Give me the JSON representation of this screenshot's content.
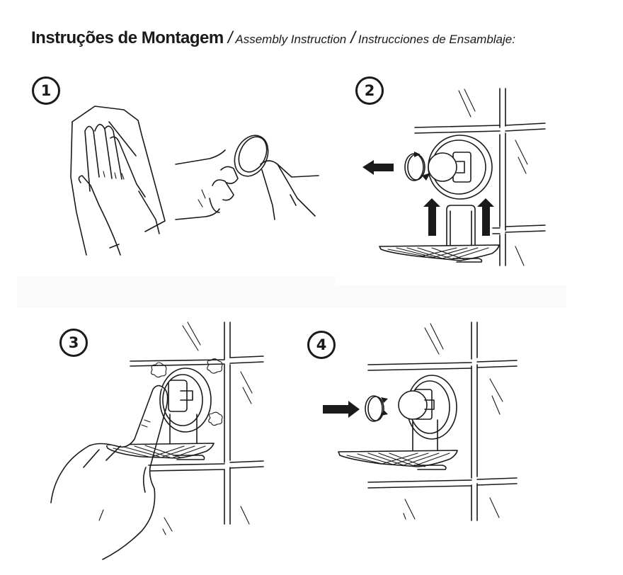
{
  "header": {
    "title_pt": "Instruções de Montagem",
    "separator": "/",
    "title_en": "Assembly Instruction",
    "title_es": "Instrucciones de Ensamblaje:"
  },
  "steps": [
    {
      "number": "1",
      "illustration": "clean-wall-and-suction-cup",
      "icons": [
        "hand-wiping-cloth-icon",
        "hands-cleaning-suction-disc-icon"
      ]
    },
    {
      "number": "2",
      "illustration": "remove-cap-attach-tray",
      "icons": [
        "arrow-left-icon",
        "rotate-cap-icon",
        "arrow-up-icon",
        "arrow-up-icon",
        "soap-tray-icon",
        "suction-mount-icon",
        "wall-tiles-icon"
      ]
    },
    {
      "number": "3",
      "illustration": "press-suction-mount-to-wall",
      "icons": [
        "finger-press-icon",
        "air-puff-icon",
        "suction-mount-icon",
        "soap-tray-icon",
        "wall-tiles-icon"
      ]
    },
    {
      "number": "4",
      "illustration": "reattach-cap",
      "icons": [
        "arrow-right-icon",
        "rotate-cap-icon",
        "suction-mount-icon",
        "soap-tray-icon",
        "wall-tiles-icon"
      ]
    }
  ],
  "colors": {
    "line": "#1a1a1a",
    "background": "#ffffff",
    "band": "#fafafa"
  }
}
